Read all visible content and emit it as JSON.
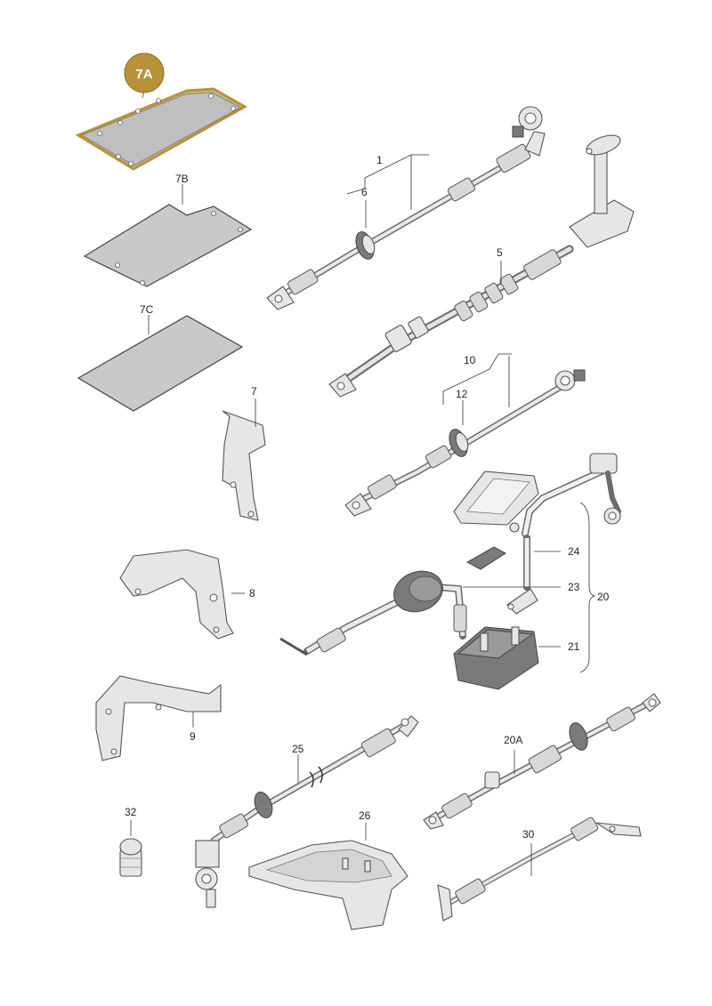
{
  "diagram": {
    "highlight_color": "#b8923a",
    "highlight_fill": "#c7b58a",
    "labels": {
      "p7A": "7A",
      "p7B": "7B",
      "p7C": "7C",
      "p1": "1",
      "p6": "6",
      "p5": "5",
      "p10": "10",
      "p12": "12",
      "p7": "7",
      "p8": "8",
      "p9": "9",
      "p24": "24",
      "p23": "23",
      "p20": "20",
      "p21": "21",
      "p25": "25",
      "p20A": "20A",
      "p26": "26",
      "p32": "32",
      "p30": "30"
    }
  }
}
